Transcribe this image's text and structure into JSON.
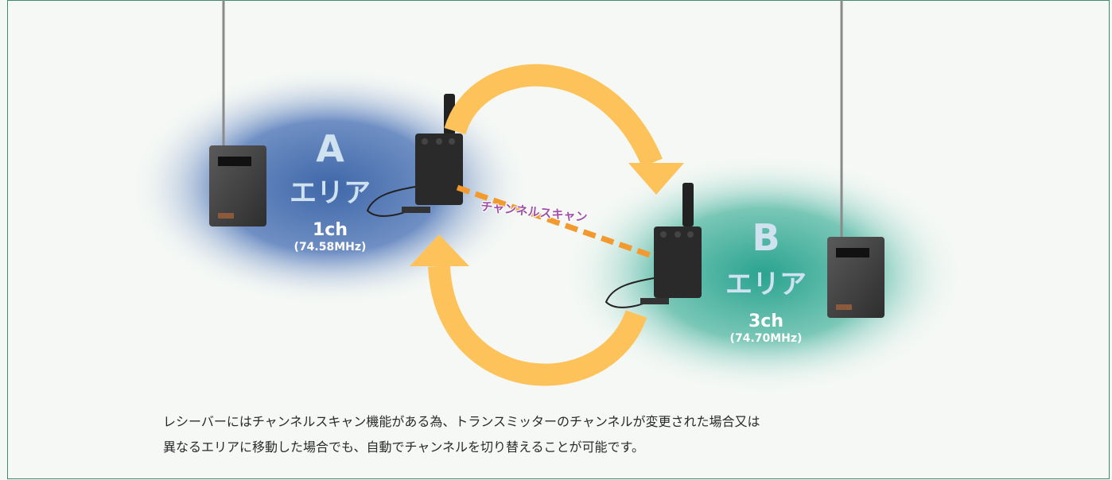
{
  "area_a": {
    "letter": "A",
    "word": "エリア",
    "channel": "1ch",
    "frequency": "(74.58MHz)"
  },
  "area_b": {
    "letter": "B",
    "word": "エリア",
    "channel": "3ch",
    "frequency": "(74.70MHz)"
  },
  "scan_label": "チャンネルスキャン",
  "description": {
    "line1": "レシーバーにはチャンネルスキャン機能がある為、トランスミッターのチャンネルが変更された場合又は",
    "line2": "異なるエリアに移動した場合でも、自動でチャンネルを切り替えることが可能です。"
  },
  "colors": {
    "area_a": "#3f67a8",
    "area_b": "#2fa592",
    "arrow": "#fdc35a",
    "scan_line": "#f29a2e",
    "scan_text": "#a050a8"
  }
}
